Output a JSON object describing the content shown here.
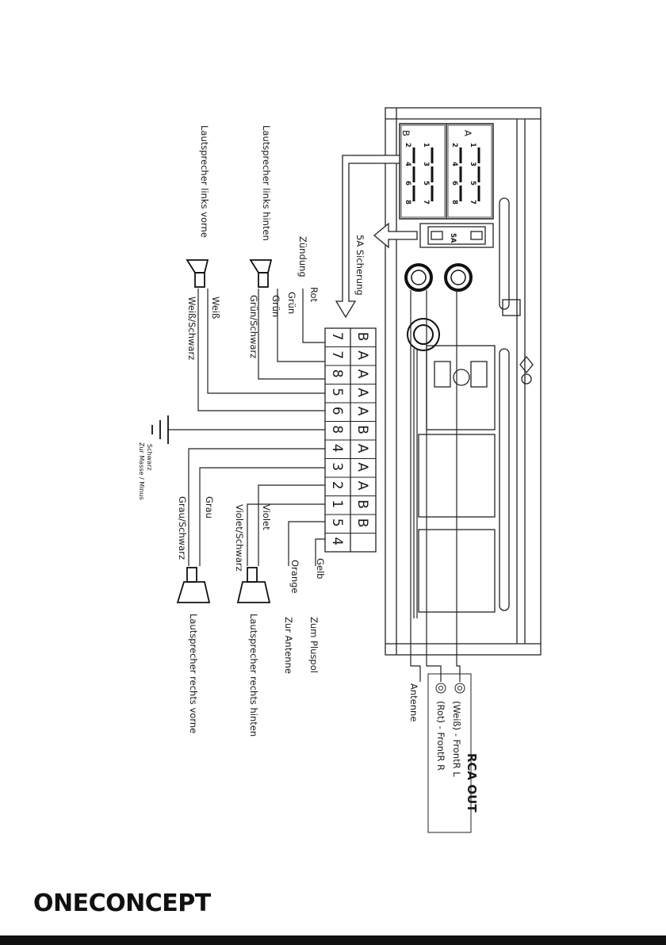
{
  "labels": {
    "speaker_left_front": "Lautsprecher links vorne",
    "speaker_left_rear": "Lautsprecher links hinten",
    "speaker_right_front": "Lautsprecher rechts vorne",
    "speaker_right_rear": "Lautsprecher rechts hinten",
    "fuse": "5A Sicherung",
    "ignition": "Zündung",
    "rot": "Rot",
    "gruen_top": "Grün",
    "gruen": "Grün",
    "gruen_schwarz": "Grün/Schwarz",
    "weiss": "Weiß",
    "weiss_schwarz": "Weiß/Schwarz",
    "schwarz": "Schwarz",
    "ground": "Zur Masse / Minus",
    "grau": "Grau",
    "grau_schwarz": "Grau/Schwarz",
    "violet": "Violet",
    "violet_schwarz": "Violet/Schwarz",
    "orange": "Orange",
    "zur_antenne": "Zur Antenne",
    "gelb": "Gelb",
    "zum_pluspol": "Zum Pluspol",
    "antenne": "Antenne",
    "rca_out": "RCA OUT",
    "rca_left": "(Weiß) - FrontR L",
    "rca_right": "(Rot) - FrontR R",
    "fuse_rating": "5A",
    "connector_b": "B",
    "connector_a": "A"
  },
  "pin_table": {
    "letters": [
      "B",
      "A",
      "A",
      "A",
      "A",
      "B",
      "A",
      "A",
      "A",
      "B",
      "B"
    ],
    "numbers": [
      "7",
      "7",
      "8",
      "5",
      "6",
      "8",
      "4",
      "3",
      "2",
      "1",
      "5",
      "4"
    ]
  },
  "connector_numbers": {
    "b_row1": [
      "2",
      "4",
      "6",
      "8"
    ],
    "b_row2": [
      "1",
      "3",
      "5",
      "7"
    ],
    "a_row1": [
      "2",
      "4",
      "6",
      "8"
    ],
    "a_row2": [
      "1",
      "3",
      "5",
      "7"
    ]
  },
  "brand": "ONECONCEPT"
}
